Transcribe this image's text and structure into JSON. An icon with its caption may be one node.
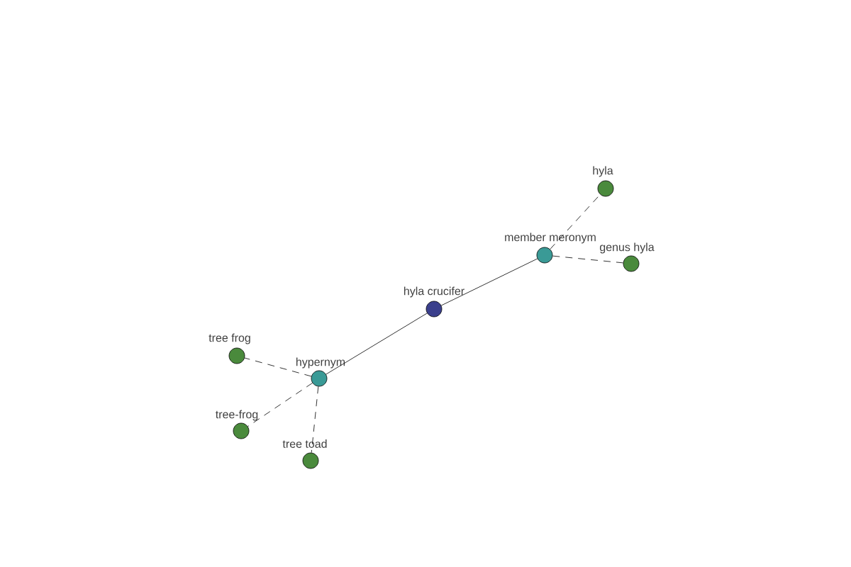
{
  "diagram": {
    "nodes": [
      {
        "text": [
          "hyla crucifer"
        ]
      },
      {
        "text": [
          "member meronym"
        ]
      },
      {
        "text": [
          "hyla"
        ]
      },
      {
        "text": [
          "genus hyla"
        ]
      },
      {
        "text": [
          "hypernym"
        ]
      },
      {
        "text": [
          "tree frog"
        ]
      },
      {
        "text": [
          "tree-frog"
        ]
      },
      {
        "text": [
          "tree toad"
        ]
      }
    ],
    "edges": [
      {
        "from": 0,
        "to": 1,
        "arrow": "none"
      },
      {
        "from": 1,
        "to": 2,
        "arrow": "none",
        "style": "dashed"
      },
      {
        "from": 1,
        "to": 3,
        "arrow": "none",
        "style": "dashed"
      },
      {
        "from": 0,
        "to": 4,
        "arrow": "none"
      },
      {
        "from": 4,
        "to": 5,
        "arrow": "none",
        "style": "dashed"
      },
      {
        "from": 4,
        "to": 6,
        "arrow": "none",
        "style": "dashed"
      },
      {
        "from": 4,
        "to": 7,
        "arrow": "none",
        "style": "dashed"
      }
    ]
  }
}
